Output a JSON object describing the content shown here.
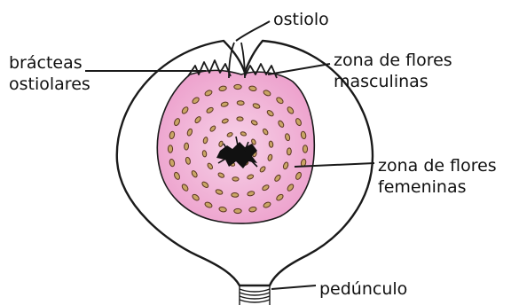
{
  "colors": {
    "outline": "#1a1a1a",
    "pulp_fill": "#eda2cd",
    "pulp_light": "#f7d2e8",
    "flower_outline": "#5a3620",
    "flower_fill": "#c9a565",
    "center_mark": "#111111",
    "label_text": "#111111"
  },
  "labels": {
    "ostiolo": "ostiolo",
    "bracteas_line1": "brácteas",
    "bracteas_line2": "ostiolares",
    "masculinas_line1": "zona de flores",
    "masculinas_line2": "masculinas",
    "femeninas_line1": "zona de flores",
    "femeninas_line2": "femeninas",
    "peduncle": "pedúnculo"
  }
}
